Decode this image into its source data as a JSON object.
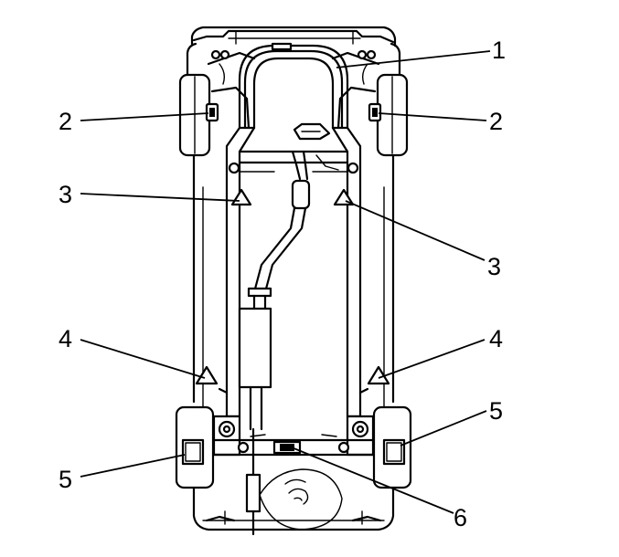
{
  "callouts": [
    {
      "id": "c1a",
      "text": "1"
    },
    {
      "id": "c2a",
      "text": "2"
    },
    {
      "id": "c2b",
      "text": "2"
    },
    {
      "id": "c3a",
      "text": "3"
    },
    {
      "id": "c3b",
      "text": "3"
    },
    {
      "id": "c4a",
      "text": "4"
    },
    {
      "id": "c4b",
      "text": "4"
    },
    {
      "id": "c5a",
      "text": "5"
    },
    {
      "id": "c5b",
      "text": "5"
    },
    {
      "id": "c6a",
      "text": "6"
    }
  ],
  "icons": {
    "lift_point_marker": "triangle-icon",
    "front_wheel": "tire-icon",
    "rear_wheel": "tire-icon",
    "muffler": "muffler-icon",
    "spare_tire": "spare-tire-icon"
  },
  "colors": {
    "ink": "#000000",
    "paper": "#ffffff"
  }
}
